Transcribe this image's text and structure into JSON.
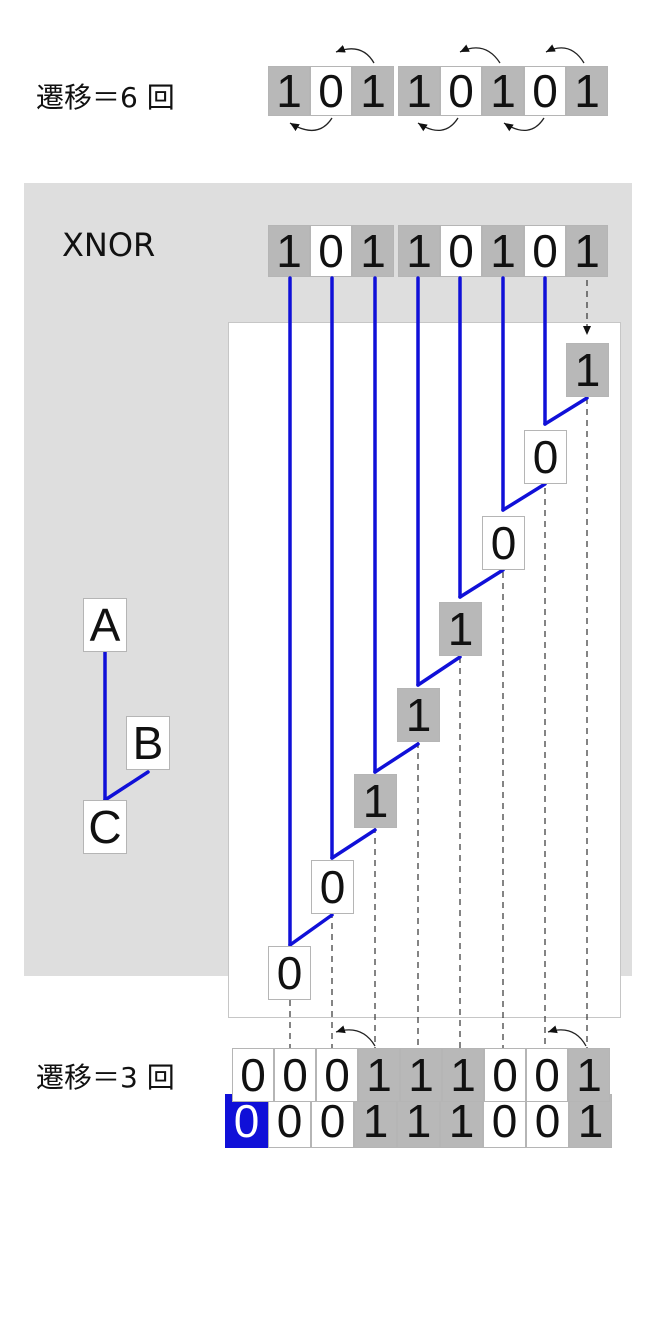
{
  "top": {
    "label": "遷移＝6 回",
    "bits": [
      "1",
      "0",
      "1",
      "1",
      "0",
      "1",
      "0",
      "1"
    ]
  },
  "xnor": {
    "label": "XNOR",
    "input_bits": [
      "1",
      "0",
      "1",
      "1",
      "0",
      "1",
      "0",
      "1"
    ],
    "result_bits": [
      "1",
      "0",
      "0",
      "1",
      "1",
      "1",
      "0",
      "0"
    ],
    "legend": {
      "a": "A",
      "b": "B",
      "c": "C"
    }
  },
  "output": {
    "bits": [
      "0",
      "0",
      "0",
      "1",
      "1",
      "1",
      "0",
      "0",
      "1"
    ]
  },
  "bottom": {
    "label": "遷移＝3 回",
    "bits": [
      "0",
      "0",
      "0",
      "1",
      "1",
      "1",
      "0",
      "0",
      "1"
    ]
  },
  "colors": {
    "gray_cell": "#b8b8b8",
    "panel": "#dedede",
    "line_blue": "#1010d8",
    "highlight": "#1010d8"
  }
}
